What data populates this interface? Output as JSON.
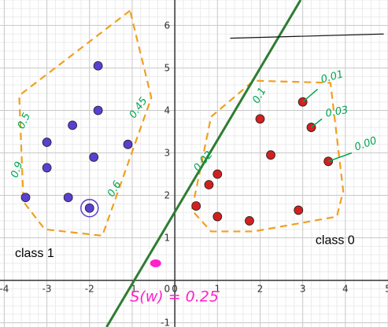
{
  "chart_data": {
    "type": "scatter",
    "xlim": [
      -4.1,
      5.0
    ],
    "ylim": [
      -1.1,
      6.6
    ],
    "grid": true,
    "x_ticks": [
      "-4",
      "-3",
      "-2",
      "-1",
      "0",
      "1",
      "2",
      "3",
      "4",
      "5"
    ],
    "y_ticks": [
      "-1",
      "1",
      "2",
      "3",
      "4",
      "5",
      "6"
    ],
    "origin_label": "0",
    "series": [
      {
        "name": "class 1",
        "color": "#5b3fd1",
        "points": [
          {
            "x": -3.5,
            "y": 1.95
          },
          {
            "x": -3.0,
            "y": 2.65
          },
          {
            "x": -3.0,
            "y": 3.25
          },
          {
            "x": -2.5,
            "y": 1.95
          },
          {
            "x": -2.4,
            "y": 3.65
          },
          {
            "x": -1.8,
            "y": 5.05
          },
          {
            "x": -1.8,
            "y": 4.0
          },
          {
            "x": -1.9,
            "y": 2.9
          },
          {
            "x": -1.1,
            "y": 3.2
          },
          {
            "x": -2.0,
            "y": 1.7
          }
        ]
      },
      {
        "name": "class 0",
        "color": "#d22020",
        "points": [
          {
            "x": 3.0,
            "y": 4.2
          },
          {
            "x": 2.0,
            "y": 3.8
          },
          {
            "x": 3.2,
            "y": 3.6
          },
          {
            "x": 2.25,
            "y": 2.95
          },
          {
            "x": 3.6,
            "y": 2.8
          },
          {
            "x": 1.0,
            "y": 2.5
          },
          {
            "x": 0.8,
            "y": 2.25
          },
          {
            "x": 0.5,
            "y": 1.75
          },
          {
            "x": 1.0,
            "y": 1.5
          },
          {
            "x": 1.75,
            "y": 1.4
          },
          {
            "x": 2.9,
            "y": 1.65
          }
        ]
      }
    ],
    "highlighted_point": {
      "x": -2.0,
      "y": 1.7
    },
    "extra_point": {
      "x": -0.45,
      "y": 0.4,
      "color": "#ff22cc"
    },
    "decision_boundary": {
      "color": "#2e7d32",
      "p1": {
        "x": -1.6,
        "y": -1.1
      },
      "p2": {
        "x": 2.95,
        "y": 6.6
      }
    },
    "class_labels": [
      {
        "text": "class 1",
        "x": -3.75,
        "y": 0.55
      },
      {
        "text": "class 0",
        "x": 3.3,
        "y": 0.85
      }
    ],
    "hulls": [
      {
        "color": "#f0a020",
        "points": [
          [
            -1.05,
            6.35
          ],
          [
            -3.65,
            4.35
          ],
          [
            -3.55,
            1.85
          ],
          [
            -3.05,
            1.2
          ],
          [
            -1.7,
            1.05
          ],
          [
            -0.55,
            4.3
          ]
        ]
      },
      {
        "color": "#f0a020",
        "points": [
          [
            0.85,
            3.85
          ],
          [
            1.85,
            4.7
          ],
          [
            3.65,
            4.65
          ],
          [
            3.95,
            2.1
          ],
          [
            3.8,
            1.5
          ],
          [
            1.85,
            1.15
          ],
          [
            0.85,
            1.15
          ],
          [
            0.4,
            1.65
          ]
        ]
      }
    ]
  },
  "annotations": {
    "color": "#00a651",
    "labels": [
      {
        "text": "0.01",
        "x": 3.45,
        "y": 4.65,
        "rotate": -15
      },
      {
        "text": "0.03",
        "x": 3.55,
        "y": 3.85,
        "rotate": -10
      },
      {
        "text": "0.00",
        "x": 4.25,
        "y": 3.05,
        "rotate": -20
      },
      {
        "text": "0.1",
        "x": 1.95,
        "y": 4.15,
        "rotate": -60
      },
      {
        "text": "0.02",
        "x": 0.55,
        "y": 2.55,
        "rotate": -50
      },
      {
        "text": "0.5",
        "x": -3.55,
        "y": 3.55,
        "rotate": -65
      },
      {
        "text": "0.9",
        "x": -3.7,
        "y": 2.4,
        "rotate": -70
      },
      {
        "text": "0.45",
        "x": -0.95,
        "y": 3.8,
        "rotate": -55
      },
      {
        "text": "0.6",
        "x": -1.45,
        "y": 1.95,
        "rotate": -60
      }
    ],
    "formula": {
      "text": "S(w) = 0.25",
      "color": "#ff22cc",
      "x": -1.05,
      "y": -0.5
    }
  }
}
